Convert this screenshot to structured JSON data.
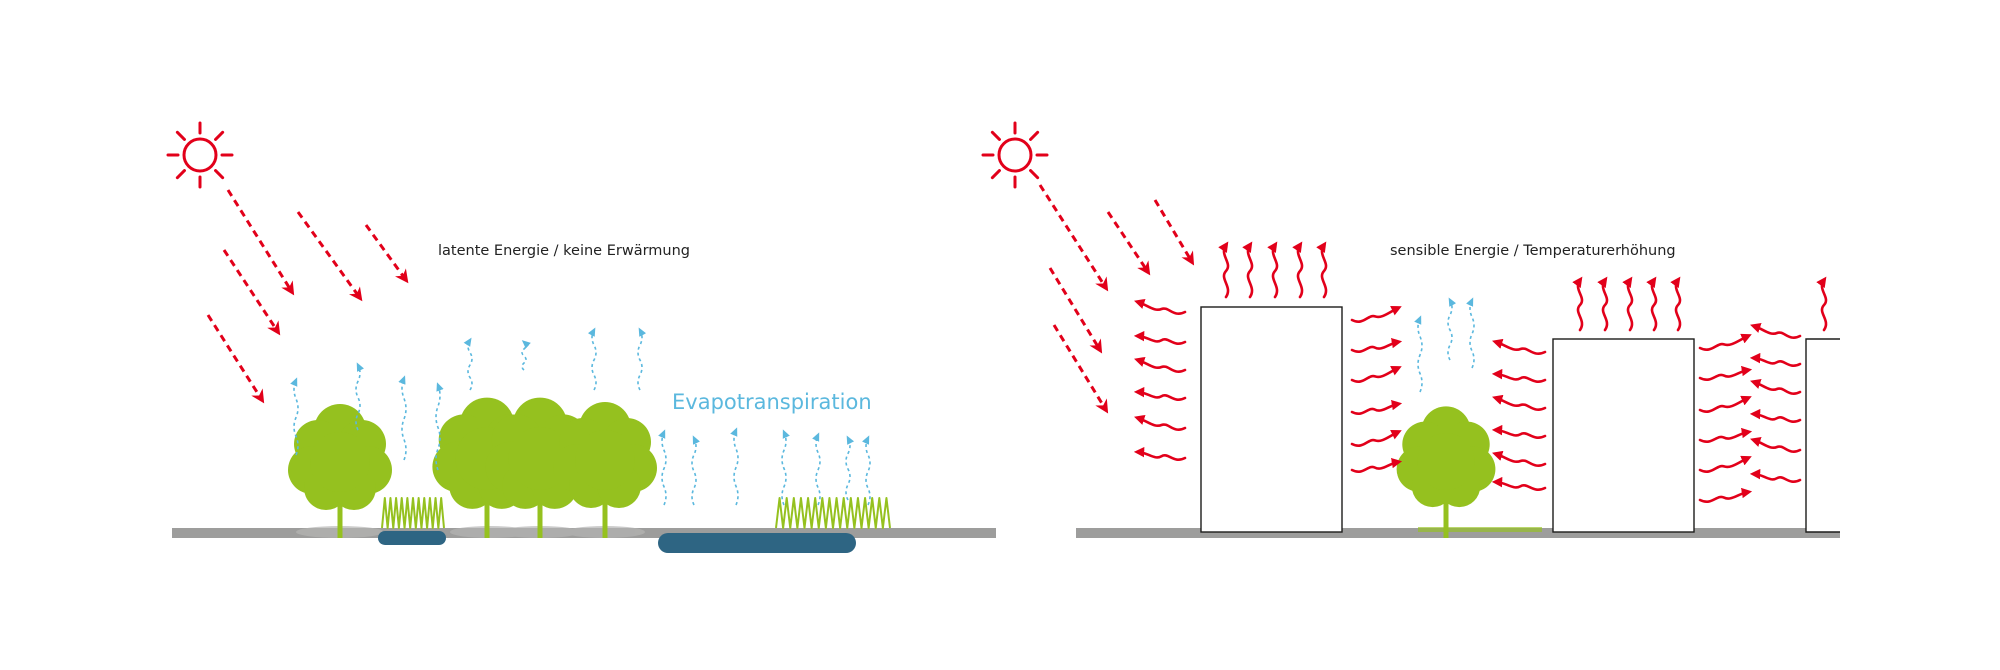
{
  "left_panel": {
    "caption": "latente Energie / keine Erwärmung",
    "process_label": "Evapotranspiration"
  },
  "right_panel": {
    "caption": "sensible Energie / Temperaturerhöhung"
  },
  "colors": {
    "sun": "#e2001a",
    "radiation": "#e2001a",
    "heat": "#e2001a",
    "vapor": "#5bb8de",
    "vegetation": "#95c11f",
    "water": "#2e6583",
    "ground": "#9d9d9c",
    "building_stroke": "#1d1d1b"
  },
  "icons": {
    "sun": "sun-icon",
    "radiation": "radiation-arrow-icon",
    "vapor": "vapor-arrow-icon",
    "heat": "heat-wave-arrow-icon"
  }
}
